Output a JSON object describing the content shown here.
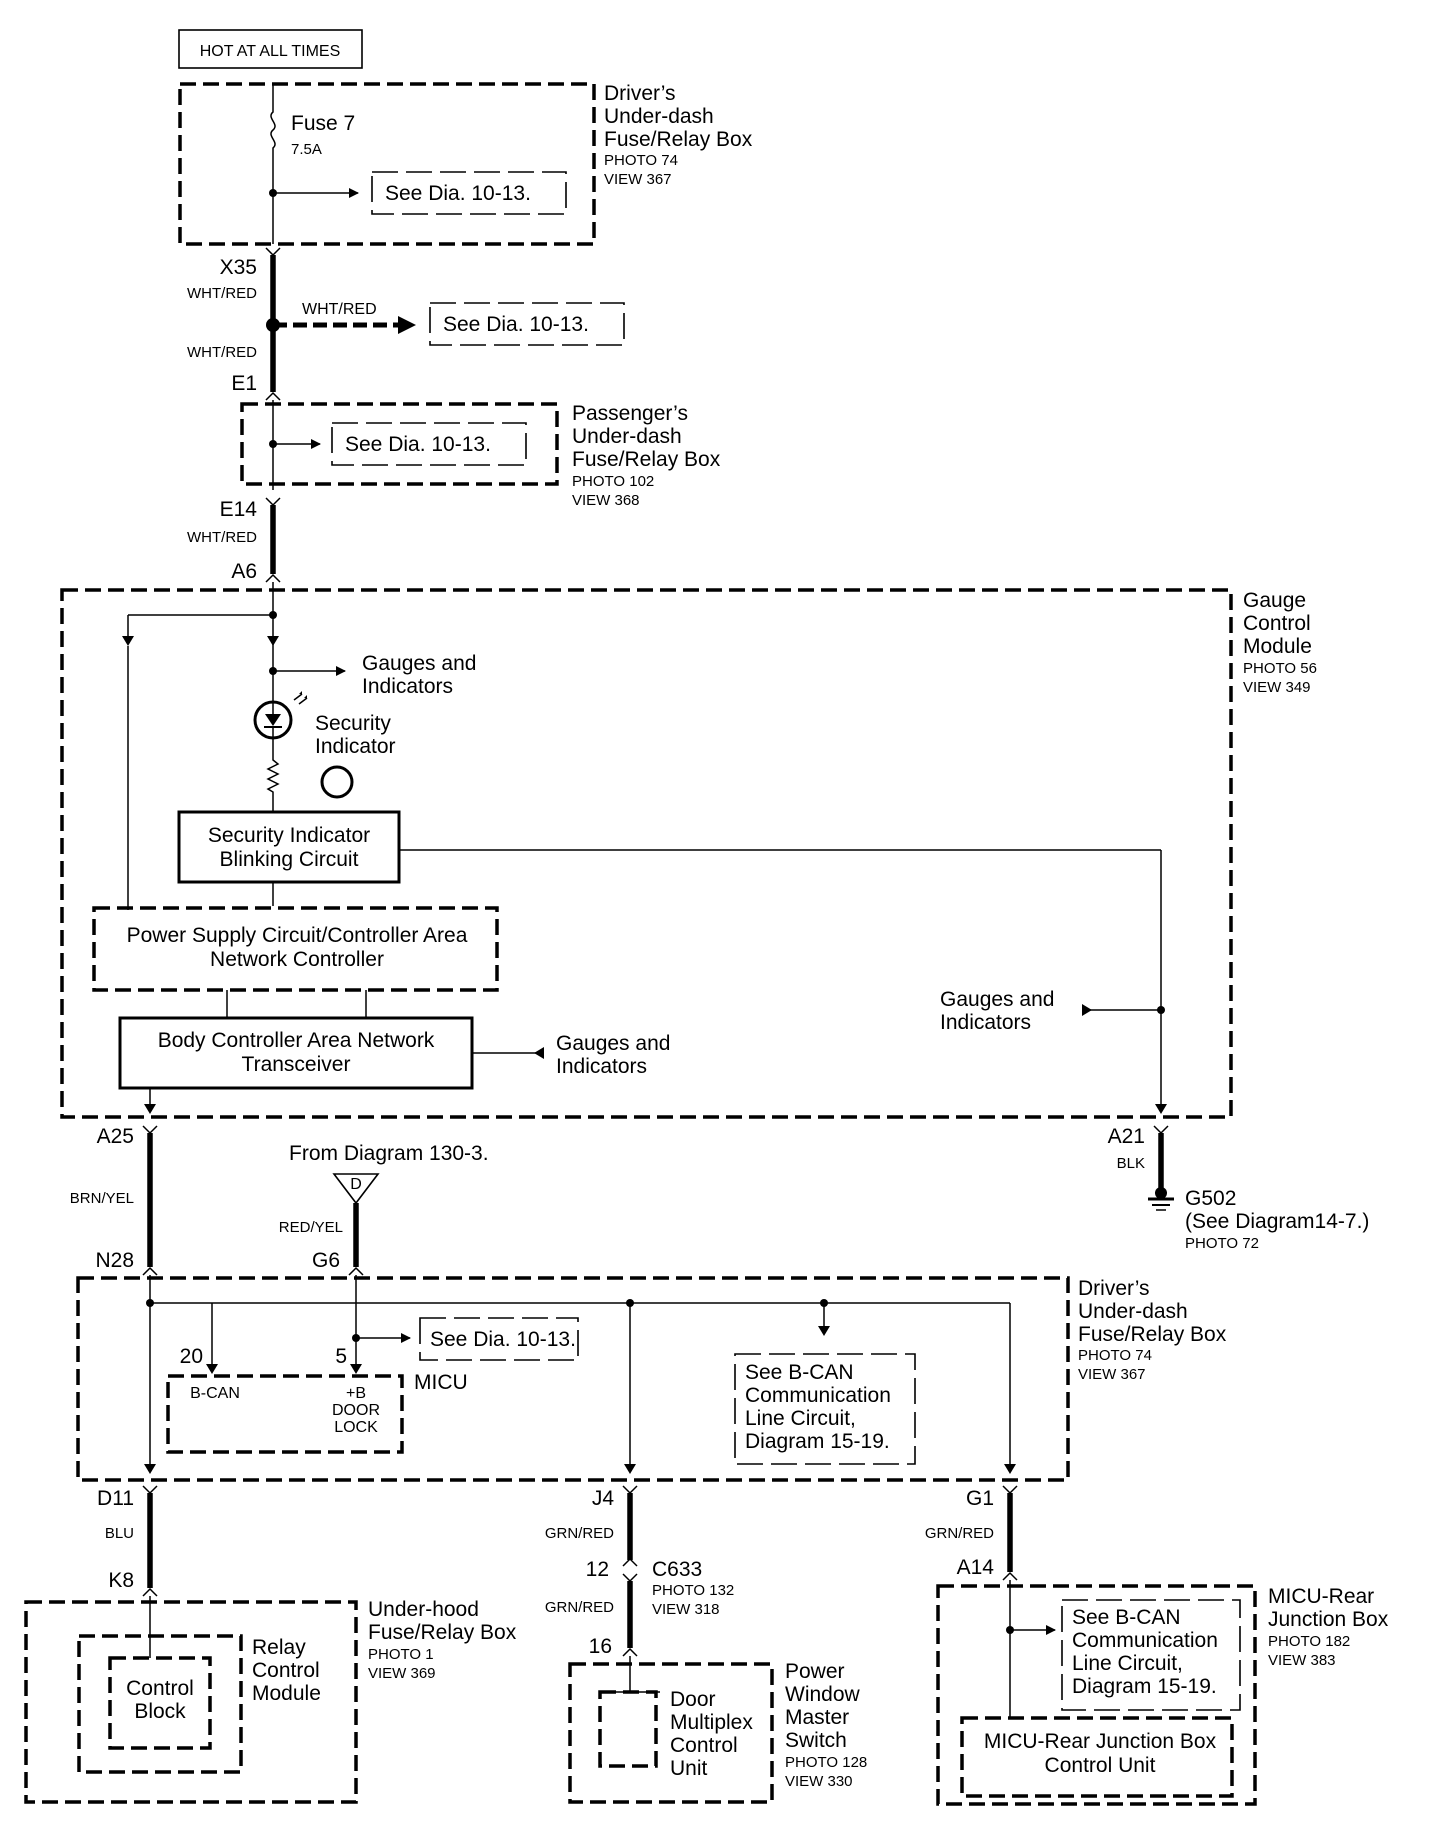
{
  "top": {
    "hot_label": "HOT AT ALL TIMES"
  },
  "drivers_box": {
    "title_lines": [
      "Driver’s",
      "Under-dash",
      "Fuse/Relay Box"
    ],
    "photo": "PHOTO 74",
    "view": "VIEW 367",
    "fuse_name": "Fuse 7",
    "fuse_rating": "7.5A",
    "see": "See Dia. 10-13."
  },
  "x35": {
    "pin": "X35",
    "wire_top": "WHT/RED",
    "branch_wire": "WHT/RED",
    "branch_see": "See Dia. 10-13.",
    "wire_bottom": "WHT/RED",
    "pin_bottom": "E1"
  },
  "passengers_box": {
    "title_lines": [
      "Passenger’s",
      "Under-dash",
      "Fuse/Relay Box"
    ],
    "photo": "PHOTO 102",
    "view": "VIEW 368",
    "see": "See Dia. 10-13."
  },
  "e14": {
    "pin": "E14",
    "wire": "WHT/RED",
    "pin_a6": "A6"
  },
  "gauge_module": {
    "title_lines": [
      "Gauge",
      "Control",
      "Module"
    ],
    "photo": "PHOTO 56",
    "view": "VIEW 349",
    "gauges_top": [
      "Gauges and",
      "Indicators"
    ],
    "security_indicator": [
      "Security",
      "Indicator"
    ],
    "blink_circuit": [
      "Security Indicator",
      "Blinking Circuit"
    ],
    "power_supply": [
      "Power Supply Circuit/Controller Area",
      "Network Controller"
    ],
    "transceiver": [
      "Body Controller Area Network",
      "Transceiver"
    ],
    "gauges_transceiver": [
      "Gauges and",
      "Indicators"
    ],
    "gauges_right": [
      "Gauges and",
      "Indicators"
    ]
  },
  "a25": {
    "pin": "A25",
    "wire": "BRN/YEL",
    "pin_bottom": "N28"
  },
  "from_diagram": {
    "label": "From Diagram 130-3.",
    "connector_letter": "D",
    "wire": "RED/YEL",
    "pin_bottom": "G6"
  },
  "a21": {
    "pin": "A21",
    "wire": "BLK",
    "ground": "G502",
    "ground_note": "(See Diagram14-7.)",
    "photo": "PHOTO 72"
  },
  "drivers_box2": {
    "title_lines": [
      "Driver’s",
      "Under-dash",
      "Fuse/Relay Box"
    ],
    "photo": "PHOTO 74",
    "view": "VIEW 367",
    "pin_20": "20",
    "pin_5": "5",
    "bcan": "B-CAN",
    "plusb": [
      "+B",
      "DOOR",
      "LOCK"
    ],
    "micu": "MICU",
    "see": "See Dia. 10-13.",
    "see_bcan": [
      "See B-CAN",
      "Communication",
      "Line Circuit,",
      "Diagram 15-19."
    ]
  },
  "d11": {
    "pin": "D11",
    "wire": "BLU",
    "pin_bottom": "K8"
  },
  "j4": {
    "pin": "J4",
    "wire": "GRN/RED",
    "pin_12": "12",
    "connector": "C633",
    "photo": "PHOTO 132",
    "view": "VIEW 318",
    "wire_bottom": "GRN/RED",
    "pin_16": "16"
  },
  "g1": {
    "pin": "G1",
    "wire": "GRN/RED",
    "pin_bottom": "A14"
  },
  "underhood": {
    "title_lines": [
      "Under-hood",
      "Fuse/Relay Box"
    ],
    "photo": "PHOTO 1",
    "view": "VIEW 369",
    "relay_module": [
      "Relay",
      "Control",
      "Module"
    ],
    "control_block": [
      "Control",
      "Block"
    ]
  },
  "power_window": {
    "title_lines": [
      "Power",
      "Window",
      "Master",
      "Switch"
    ],
    "photo": "PHOTO 128",
    "view": "VIEW 330",
    "door_unit": [
      "Door",
      "Multiplex",
      "Control",
      "Unit"
    ]
  },
  "micu_rear": {
    "title_lines": [
      "MICU-Rear",
      "Junction Box"
    ],
    "photo": "PHOTO 182",
    "view": "VIEW 383",
    "see_bcan": [
      "See B-CAN",
      "Communication",
      "Line Circuit,",
      "Diagram 15-19."
    ],
    "control_unit": [
      "MICU-Rear Junction Box",
      "Control Unit"
    ]
  }
}
